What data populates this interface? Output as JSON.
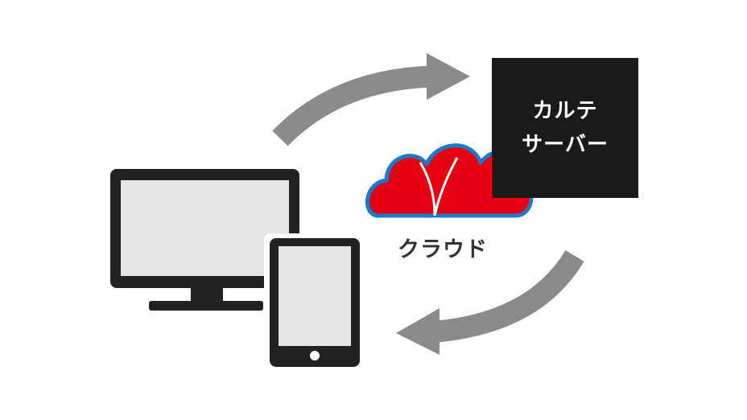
{
  "server": {
    "line1": "カルテ",
    "line2": "サーバー"
  },
  "cloud": {
    "label": "クラウド"
  },
  "colors": {
    "arrow": "#8a8a8a",
    "device_frame": "#222222",
    "device_screen": "#e5e5e5",
    "server_box": "#1a1a1a",
    "cloud_fill": "#e60012",
    "cloud_outline": "#1e78c8"
  },
  "icons": [
    "desktop-monitor-icon",
    "tablet-icon",
    "cloud-icon",
    "arrow-icon"
  ]
}
